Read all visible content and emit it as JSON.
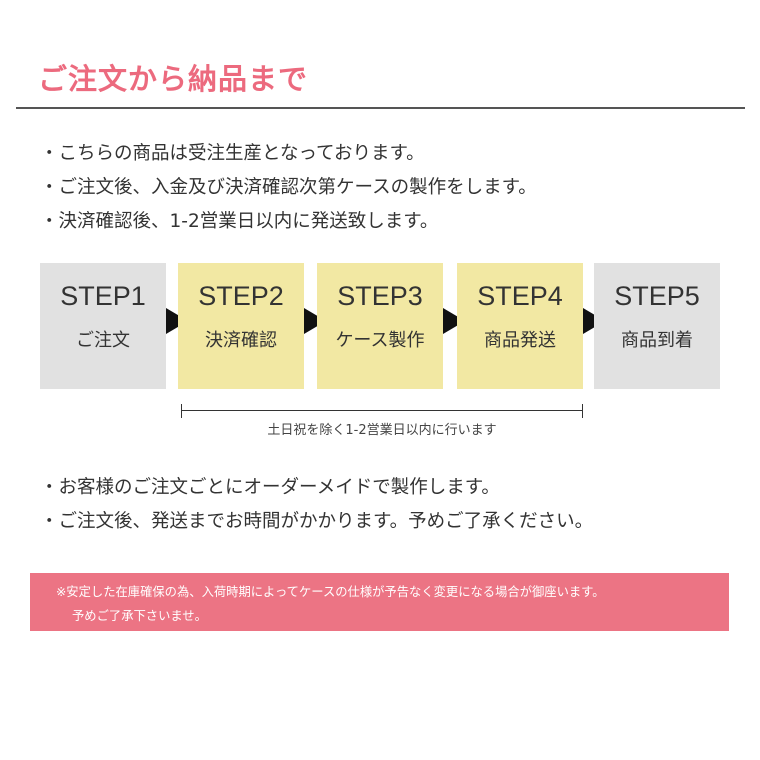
{
  "title": "ご注文から納品まで",
  "bullets_top": [
    "こちらの商品は受注生産となっております。",
    "ご注文後、入金及び決済確認次第ケースの製作をします。",
    "決済確認後、1-2営業日以内に発送致します。"
  ],
  "steps": [
    {
      "num": "STEP1",
      "label": "ご注文"
    },
    {
      "num": "STEP2",
      "label": "決済確認"
    },
    {
      "num": "STEP3",
      "label": "ケース製作"
    },
    {
      "num": "STEP4",
      "label": "商品発送"
    },
    {
      "num": "STEP5",
      "label": "商品到着"
    }
  ],
  "colors": {
    "title": "#ec6a7e",
    "step_done": "#e1e1e1",
    "step_active": "#f2e8a3",
    "notice_bg": "#ec7484"
  },
  "bracket_note": "土日祝を除く1-2営業日以内に行います",
  "bullets_bottom": [
    "お客様のご注文ごとにオーダーメイドで製作します。",
    "ご注文後、発送までお時間がかかります。予めご了承ください。"
  ],
  "notice": {
    "line1": "※安定した在庫確保の為、入荷時期によってケースの仕様が予告なく変更になる場合が御座います。",
    "line2": "予めご了承下さいませ。"
  }
}
